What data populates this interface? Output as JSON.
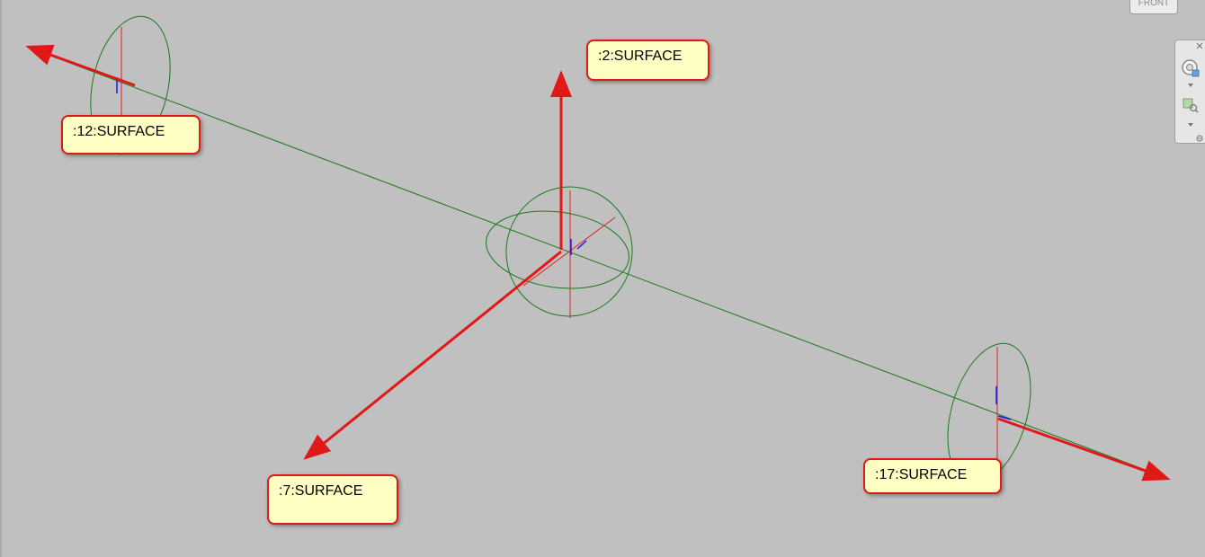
{
  "viewcube": {
    "face_label": "FRONT"
  },
  "callouts": {
    "c12": {
      "label": ":12:SURFACE"
    },
    "c2": {
      "label": ":2:SURFACE"
    },
    "c7": {
      "label": ":7:SURFACE"
    },
    "c17": {
      "label": ":17:SURFACE"
    }
  },
  "nav_bar": {
    "icons": [
      "close-icon",
      "steering-wheel-icon",
      "dropdown-arrow-icon",
      "zoom-icon",
      "dropdown-arrow-icon",
      "options-icon"
    ]
  },
  "colors": {
    "background": "#c0c0c0",
    "axis_arrow": "#e01818",
    "wire_green": "#1a7a1a",
    "wire_red": "#e02020",
    "label_blue": "#1a1aff",
    "callout_fill": "#ffffc4"
  }
}
